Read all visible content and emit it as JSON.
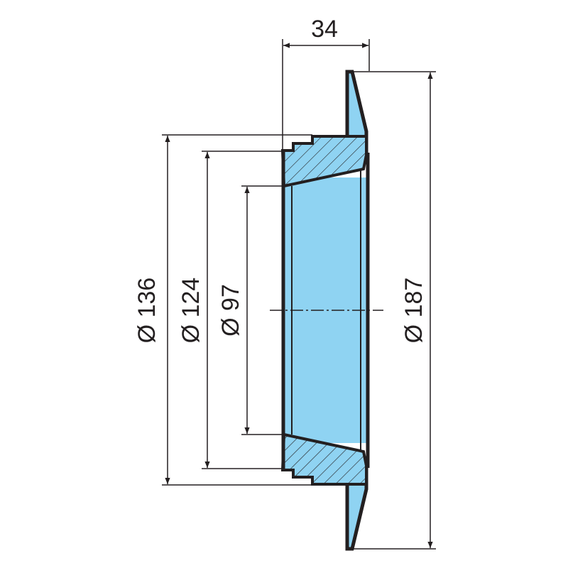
{
  "drawing": {
    "fill_color": "#8fd3f2",
    "line_color": "#231f20",
    "dimensions": {
      "width": "34",
      "outer_flange": "Ø 187",
      "outer_body": "Ø 136",
      "mid_body": "Ø 124",
      "bore": "Ø 97"
    }
  }
}
